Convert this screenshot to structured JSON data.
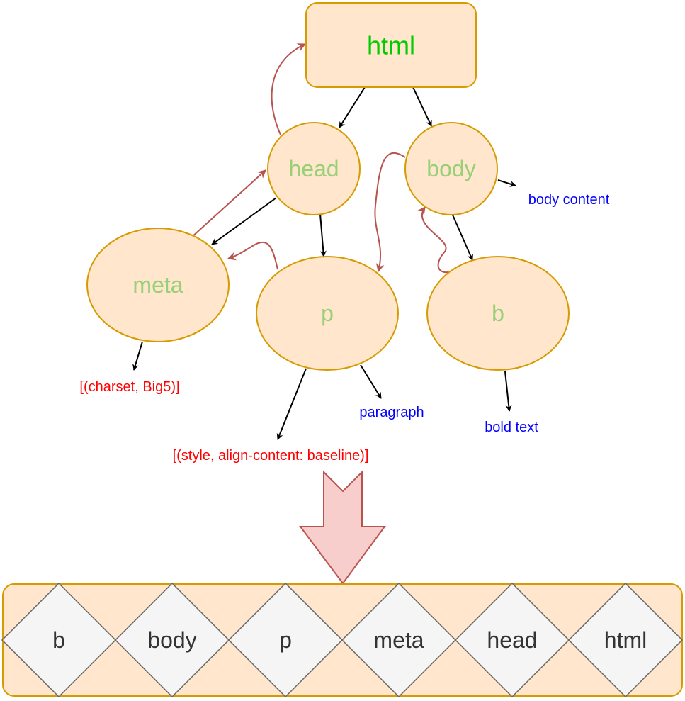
{
  "tree": {
    "root": "html",
    "nodes": {
      "head": "head",
      "body": "body",
      "meta": "meta",
      "p": "p",
      "b": "b"
    },
    "attributes": {
      "meta": "[(charset, Big5)]",
      "p": "[(style, align-content: baseline)]"
    },
    "texts": {
      "body": "body content",
      "p": "paragraph",
      "b": "bold text"
    }
  },
  "traversal_order": [
    "b",
    "body",
    "p",
    "meta",
    "head",
    "html"
  ],
  "colors": {
    "node_fill": "#ffe6cc",
    "node_stroke": "#d79b00",
    "node_text": "#97d077",
    "root_text": "#00cc00",
    "attribute_text": "#ff0000",
    "content_text": "#0000ff",
    "back_edge": "#b85450",
    "arrow_fill": "#f8cecc",
    "diamond_fill": "#f5f5f5",
    "diamond_stroke": "#666666"
  }
}
